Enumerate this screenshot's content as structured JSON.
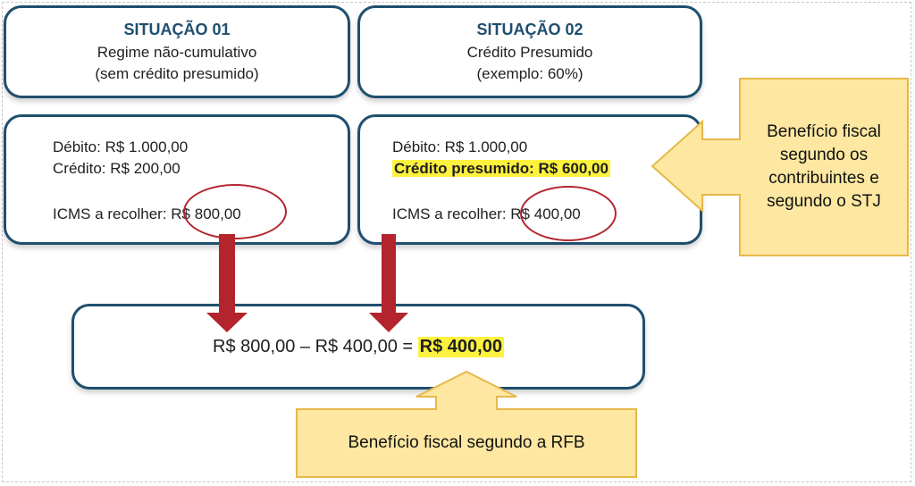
{
  "situation1": {
    "title": "SITUAÇÃO 01",
    "line1": "Regime não-cumulativo",
    "line2": "(sem crédito presumido)",
    "debit": "Débito: R$ 1.000,00",
    "credit": "Crédito: R$ 200,00",
    "icms_label": "ICMS a recolher:",
    "icms_value": "R$ 800,00"
  },
  "situation2": {
    "title": "SITUAÇÃO 02",
    "line1": "Crédito Presumido",
    "line2": "(exemplo: 60%)",
    "debit": "Débito: R$ 1.000,00",
    "credit": "Crédito presumido: R$ 600,00",
    "icms_label": "ICMS a recolher:",
    "icms_value": "R$ 400,00"
  },
  "result": {
    "expression": "R$ 800,00 – R$ 400,00 =",
    "value": "R$ 400,00"
  },
  "callout_stj": [
    "Benefício fiscal",
    "segundo os",
    "contribuintes e",
    "segundo o STJ"
  ],
  "callout_rfb": "Benefício fiscal segundo a RFB",
  "colors": {
    "border": "#1f4e6e",
    "highlight": "#fdf23f",
    "arrow": "#b3242d",
    "callout_fill": "#fde7a1",
    "callout_stroke": "#e6b84a"
  }
}
